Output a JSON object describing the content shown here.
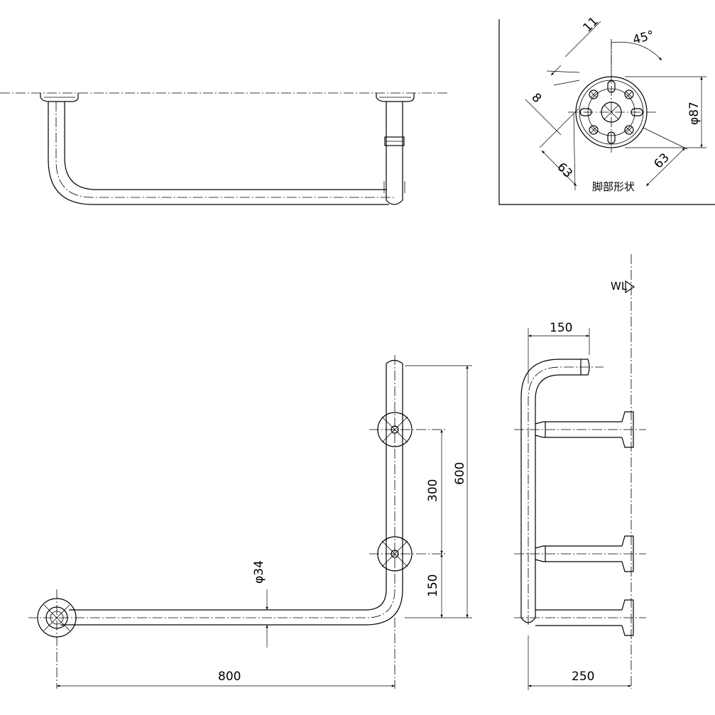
{
  "drawing": {
    "top_view": {},
    "foot_detail": {
      "caption": "脚部形状",
      "dims": {
        "d11": "11",
        "d8": "8",
        "d63_left": "63",
        "d63_right": "63",
        "dia87": "φ87",
        "angle": "45°"
      }
    },
    "front_view": {
      "dims": {
        "h600": "600",
        "h300": "300",
        "h150": "150",
        "dia34": "φ34",
        "w800": "800"
      }
    },
    "side_view": {
      "wl_label": "WL",
      "dims": {
        "w150": "150",
        "w250": "250"
      }
    }
  }
}
